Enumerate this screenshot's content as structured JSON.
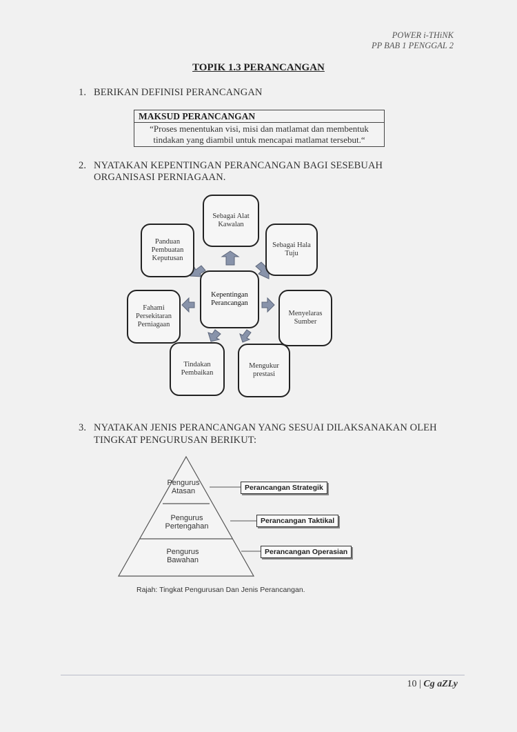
{
  "header": {
    "line1": "POWER i-THiNK",
    "line2": "PP BAB 1 PENGGAL 2"
  },
  "title": "TOPIK 1.3 PERANCANGAN",
  "q1": {
    "num": "1.",
    "text": "BERIKAN DEFINISI PERANCANGAN"
  },
  "definition": {
    "heading": "MAKSUD PERANCANGAN",
    "line1": "“Proses menentukan visi, misi dan matlamat dan membentuk",
    "line2": "tindakan yang diambil untuk mencapai matlamat tersebut.“"
  },
  "q2": {
    "num": "2.",
    "line1": "NYATAKAN KEPENTINGAN PERANCANGAN BAGI SESEBUAH",
    "line2": "ORGANISASI PERNIAGAAN."
  },
  "diagram": {
    "center": {
      "line1": "Kepentingan",
      "line2": "Perancangan"
    },
    "nodes": {
      "kawalan": {
        "line1": "Sebagai Alat",
        "line2": "Kawalan"
      },
      "hala_tuju": {
        "line1": "Sebagai Hala",
        "line2": "Tuju"
      },
      "sumber": {
        "line1": "Menyelaras",
        "line2": "Sumber"
      },
      "prestasi": {
        "line1": "Mengukur",
        "line2": "prestasi"
      },
      "pembaikan": {
        "line1": "Tindakan",
        "line2": "Pembaikan"
      },
      "persekitaran": {
        "line1": "Fahami",
        "line2": "Persekitaran",
        "line3": "Perniagaan"
      },
      "keputusan": {
        "line1": "Panduan",
        "line2": "Pembuatan",
        "line3": "Keputusan"
      }
    }
  },
  "q3": {
    "num": "3.",
    "line1": "NYATAKAN JENIS PERANCANGAN YANG SESUAI DILAKSANAKAN OLEH",
    "line2": "TINGKAT PENGURUSAN BERIKUT:"
  },
  "pyramid": {
    "levels": [
      {
        "line1": "Pengurus",
        "line2": "Atasan",
        "plan": "Perancangan Strategik"
      },
      {
        "line1": "Pengurus",
        "line2": "Pertengahan",
        "plan": "Perancangan Taktikal"
      },
      {
        "line1": "Pengurus",
        "line2": "Bawahan",
        "plan": "Perancangan Operasian"
      }
    ],
    "caption": "Rajah: Tingkat  Pengurusan Dan Jenis Perancangan."
  },
  "footer": {
    "page": "10",
    "separator": "|",
    "signature": "Cg aZLy"
  }
}
